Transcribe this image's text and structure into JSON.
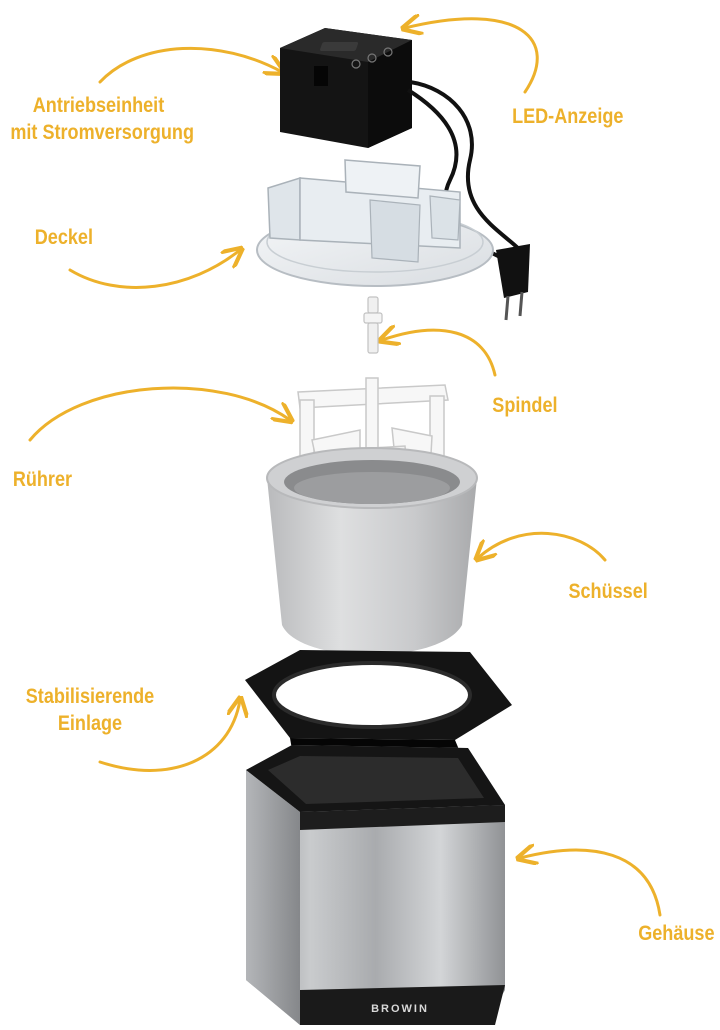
{
  "accent_color": "#EDB12B",
  "labels": {
    "drive_unit": [
      "Antriebseinheit",
      "mit Stromversorgung"
    ],
    "led_display": "LED-Anzeige",
    "lid": "Deckel",
    "spindle": "Spindel",
    "stirrer": "Rührer",
    "bowl": "Schüssel",
    "stabilizing_insert": [
      "Stabilisierende",
      "Einlage"
    ],
    "housing": "Gehäuse"
  },
  "brand": "BROWIN"
}
